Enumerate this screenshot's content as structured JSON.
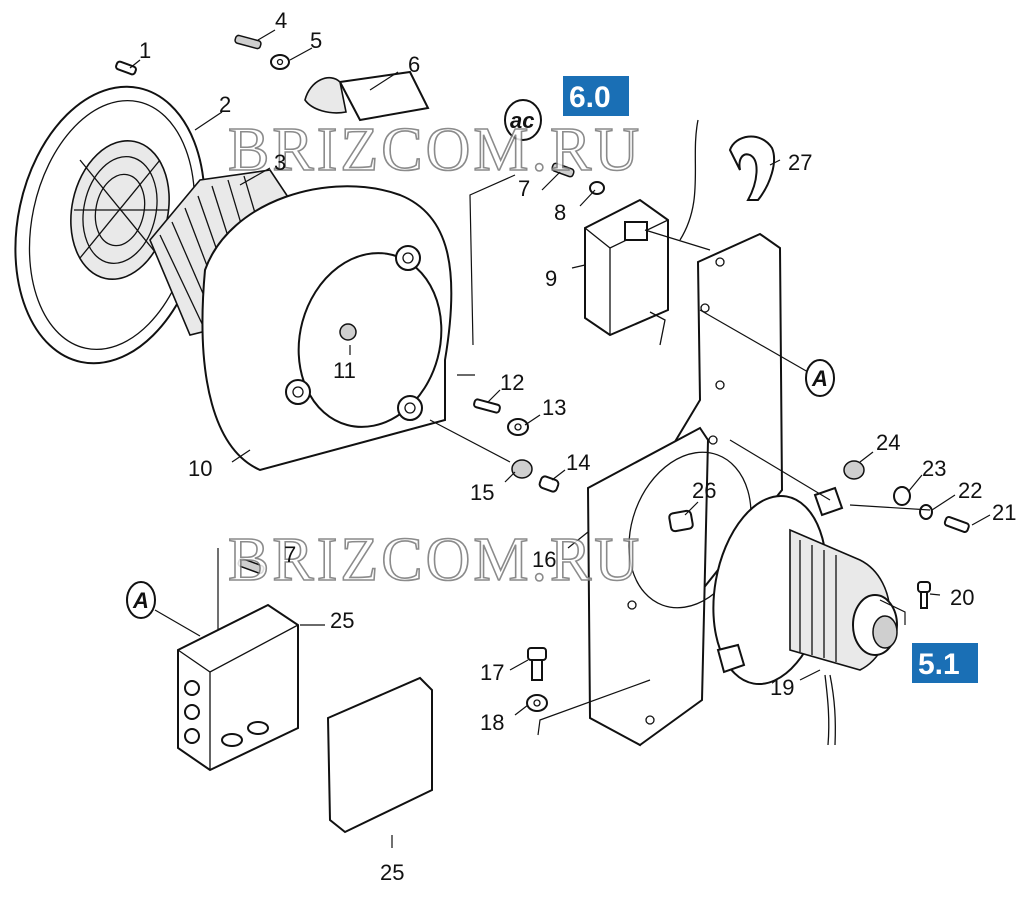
{
  "watermark": "BRIZCOM.RU",
  "badges": [
    {
      "id": "badge-6-0",
      "text": "6.0",
      "color": "#1a6fb5"
    },
    {
      "id": "badge-5-1",
      "text": "5.1",
      "color": "#1a6fb5"
    }
  ],
  "circle_markers": {
    "ac": "ac",
    "a": "A"
  },
  "part_numbers": {
    "p1": "1",
    "p2": "2",
    "p3": "3",
    "p4": "4",
    "p5": "5",
    "p6": "6",
    "p7": "7",
    "p7b": "7",
    "p8": "8",
    "p9": "9",
    "p10": "10",
    "p11": "11",
    "p12": "12",
    "p13": "13",
    "p14": "14",
    "p15": "15",
    "p16": "16",
    "p17": "17",
    "p18": "18",
    "p19": "19",
    "p20": "20",
    "p21": "21",
    "p22": "22",
    "p23": "23",
    "p24": "24",
    "p25": "25",
    "p25b": "25",
    "p26": "26",
    "p27": "27"
  },
  "colors": {
    "badge": "#1a6fb5",
    "line": "#111111",
    "watermark_stroke": "#777777"
  }
}
